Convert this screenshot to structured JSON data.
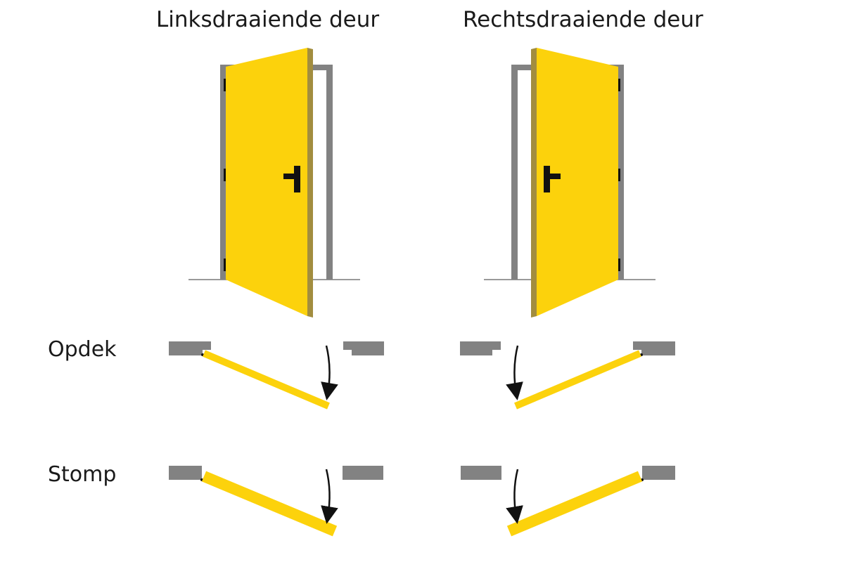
{
  "titles": {
    "left": "Linksdraaiende deur",
    "right": "Rechtsdraaiende deur"
  },
  "rows": {
    "opdek": "Opdek",
    "stomp": "Stomp"
  },
  "colors": {
    "door": "#fcd20c",
    "door_edge": "#a28d3f",
    "frame": "#828282",
    "floor": "#9a9a9a",
    "hardware": "#111111",
    "arrow": "#111111"
  },
  "icons": {
    "handle": "door-handle-icon",
    "hinge": "hinge-icon",
    "arrow": "swing-arrow-icon"
  }
}
